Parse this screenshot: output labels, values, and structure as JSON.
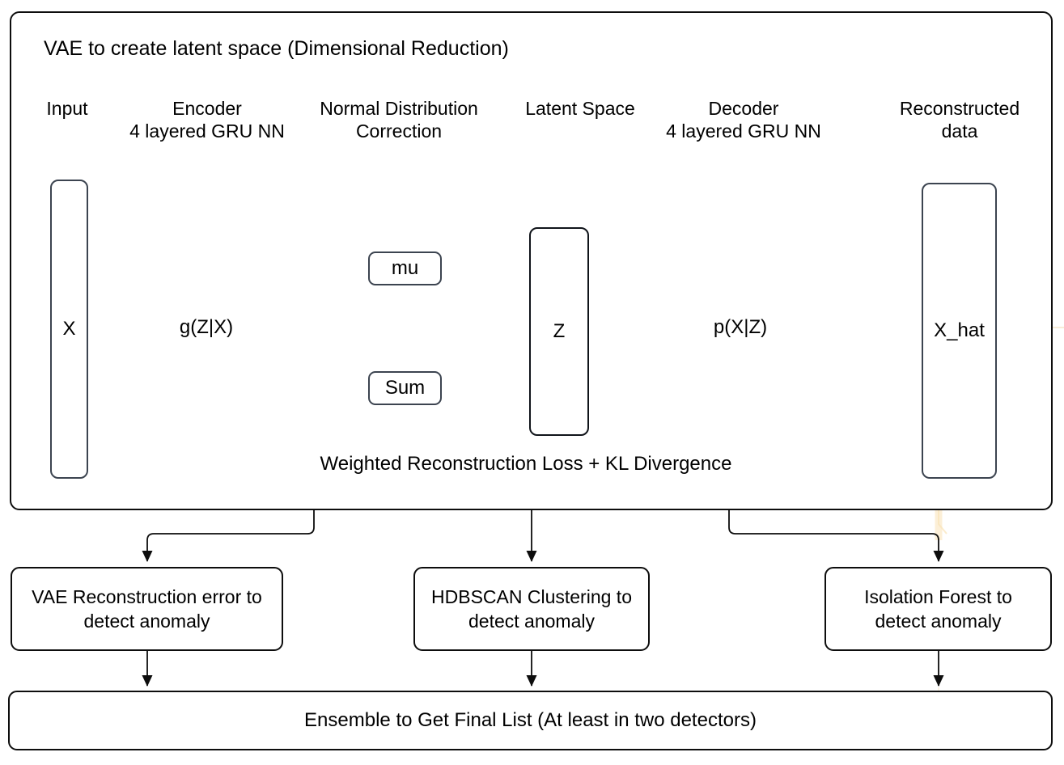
{
  "diagram": {
    "title": "VAE to create latent space (Dimensional Reduction)",
    "stage_colors": {
      "background": "#ffffff",
      "stroke_dark": "#0d0d0d",
      "stroke_slate": "#3c4450",
      "text": "#000000",
      "ghost_line": "#f7e9cf"
    },
    "column_labels": [
      {
        "id": "input",
        "text": "Input"
      },
      {
        "id": "encoder",
        "text": "Encoder\n4 layered GRU NN"
      },
      {
        "id": "normal-distribution-correction",
        "text": "Normal Distribution\nCorrection"
      },
      {
        "id": "latent-space",
        "text": "Latent Space"
      },
      {
        "id": "decoder",
        "text": "Decoder\n4 layered GRU NN"
      },
      {
        "id": "reconstructed-data",
        "text": "Reconstructed\ndata"
      }
    ],
    "nodes": {
      "input_bar": "X",
      "encoder_trapezoid": "g(Z|X)",
      "mu_chip": "mu",
      "sum_chip": "Sum",
      "latent_bar": "Z",
      "decoder_trapezoid": "p(X|Z)",
      "reconstructed_bar": "X_hat"
    },
    "loss_label": "Weighted Reconstruction Loss + KL Divergence",
    "detectors": [
      {
        "id": "vae-reconstruction-error",
        "text": "VAE Reconstruction error to detect anomaly"
      },
      {
        "id": "hdbscan-clustering",
        "text": "HDBSCAN Clustering to detect anomaly"
      },
      {
        "id": "isolation-forest",
        "text": "Isolation Forest to detect anomaly"
      }
    ],
    "ensemble": "Ensemble to Get Final List (At least in two detectors)"
  }
}
